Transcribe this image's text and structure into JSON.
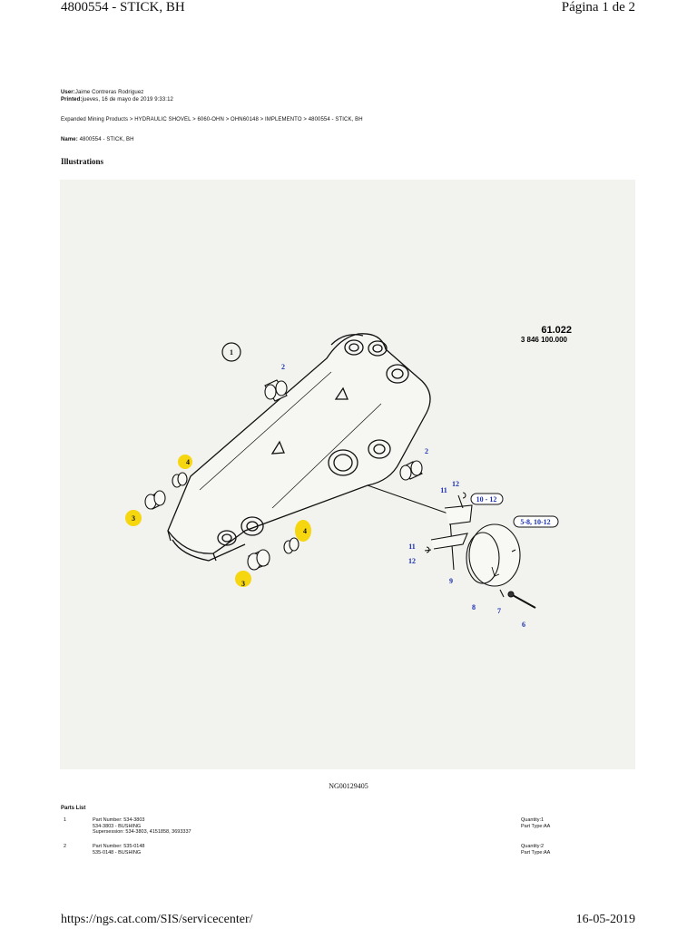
{
  "header": {
    "title": "4800554 - STICK, BH",
    "page": "Página 1 de 2"
  },
  "meta": {
    "user_label": "User:",
    "user": "Jaime Contreras Rodriguez",
    "printed_label": "Printed:",
    "printed": "jueves, 16 de mayo de 2019 9:33:12",
    "breadcrumb": "Expanded Mining Products > HYDRAULIC SHOVEL > 6060-OHN > OHN60148 > IMPLEMENTO > 4800554 - STICK, BH",
    "name_label": "Name:",
    "name": "4800554 - STICK, BH"
  },
  "illustrations": {
    "heading": "Illustrations",
    "ref_number": "61.022",
    "ref_code": "3 846 100.000",
    "callouts": [
      "1",
      "2",
      "2",
      "3",
      "3",
      "4",
      "4",
      "5-8, 10-12",
      "10 - 12",
      "11",
      "12",
      "11",
      "12",
      "9",
      "8",
      "7",
      "6"
    ],
    "caption": "NG00129405"
  },
  "parts_list": {
    "heading": "Parts List",
    "rows": [
      {
        "num": "1",
        "lines": [
          "Part Number: 534-3803",
          "534-3803 - BUSHING",
          "Supersession: 534-3803, 4151858, 3693337"
        ],
        "qty": [
          "Quantity:1",
          "Part Type:AA"
        ]
      },
      {
        "num": "2",
        "lines": [
          "Part Number: 535-0148",
          "535-0148 - BUSHING"
        ],
        "qty": [
          "Quantity:2",
          "Part Type:AA"
        ]
      }
    ]
  },
  "footer": {
    "url": "https://ngs.cat.com/SIS/servicecenter/",
    "date": "16-05-2019"
  },
  "colors": {
    "highlight": "#f5d60f",
    "callout_text": "#1a2fb0",
    "drawing_bg": "#f2f2ee"
  }
}
